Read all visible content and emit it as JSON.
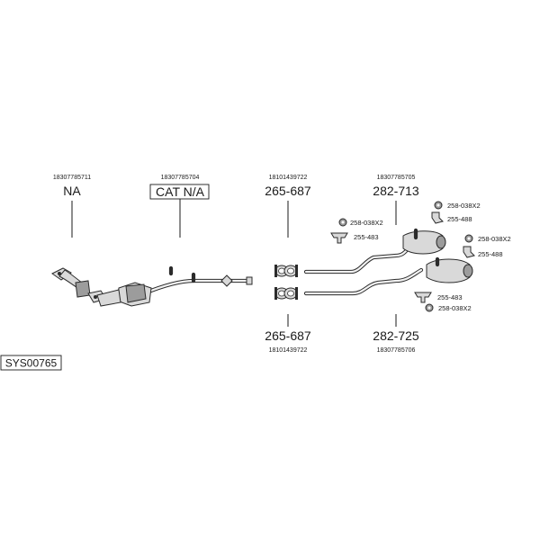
{
  "diagram_code": "SYS00765",
  "callouts": {
    "na": {
      "oem": "18307785711",
      "label": "NA"
    },
    "cat": {
      "oem": "18307785704",
      "label": "CAT N/A"
    },
    "clamp_top": {
      "oem": "18101439722",
      "label": "265-687"
    },
    "rear_top": {
      "oem": "18307785705",
      "label": "282-713"
    },
    "clamp_bottom": {
      "oem": "18101439722",
      "label": "265-687"
    },
    "rear_bottom": {
      "oem": "18307785706",
      "label": "282-725"
    }
  },
  "small_parts": {
    "top_left_rubber": "258-038X2",
    "top_left_hanger": "255-483",
    "top_right_rubber": "258-038X2",
    "top_right_hanger": "255-488",
    "mid_right_rubber": "258-038X2",
    "mid_right_hanger": "255-488",
    "bottom_hanger": "255-483",
    "bottom_rubber": "258-038X2"
  }
}
